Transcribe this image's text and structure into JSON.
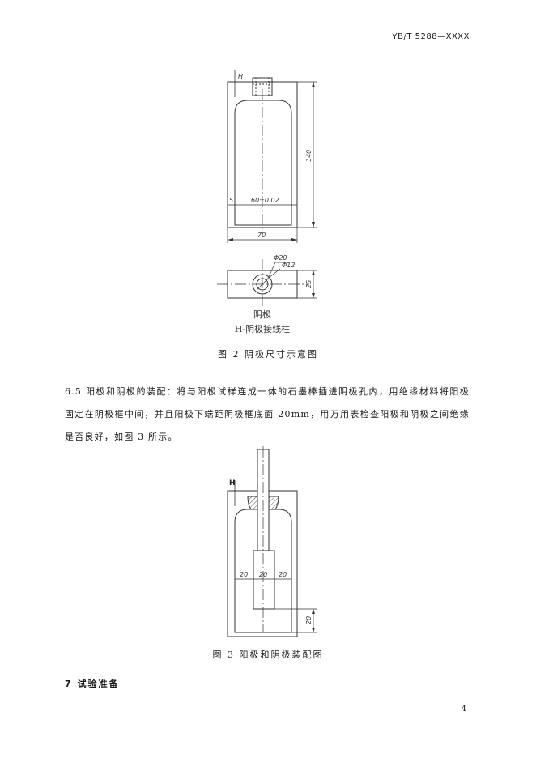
{
  "header": {
    "standard_code": "YB/T 5288—XXXX"
  },
  "figure2": {
    "label_H": "H",
    "dim_height": "140",
    "dim_inner_width": "60±0.02",
    "dim_wall": "5",
    "dim_width": "70",
    "dim_outer_dia": "Φ20",
    "dim_inner_dia": "Φ12",
    "dim_depth": "25",
    "legend_line1": "阴极",
    "legend_line2": "H-阴极接线柱",
    "caption": "图 2  阴极尺寸示意图"
  },
  "section_6_5": {
    "text": "6.5 阳极和阴极的装配：将与阳极试样连成一体的石墨棒插进阴极孔内，用绝缘材料将阳极固定在阴极框中间，并且阳极下端距阴极框底面 20mm，用万用表检查阳极和阴极之间绝缘是否良好，如图 3 所示。"
  },
  "figure3": {
    "label_H": "H",
    "dim_left": "20",
    "dim_mid": "20",
    "dim_right": "20",
    "dim_bottom": "20",
    "caption": "图 3  阳极和阴极装配图"
  },
  "section_7": {
    "heading": "7    试验准备"
  },
  "footer": {
    "page_number": "4"
  }
}
